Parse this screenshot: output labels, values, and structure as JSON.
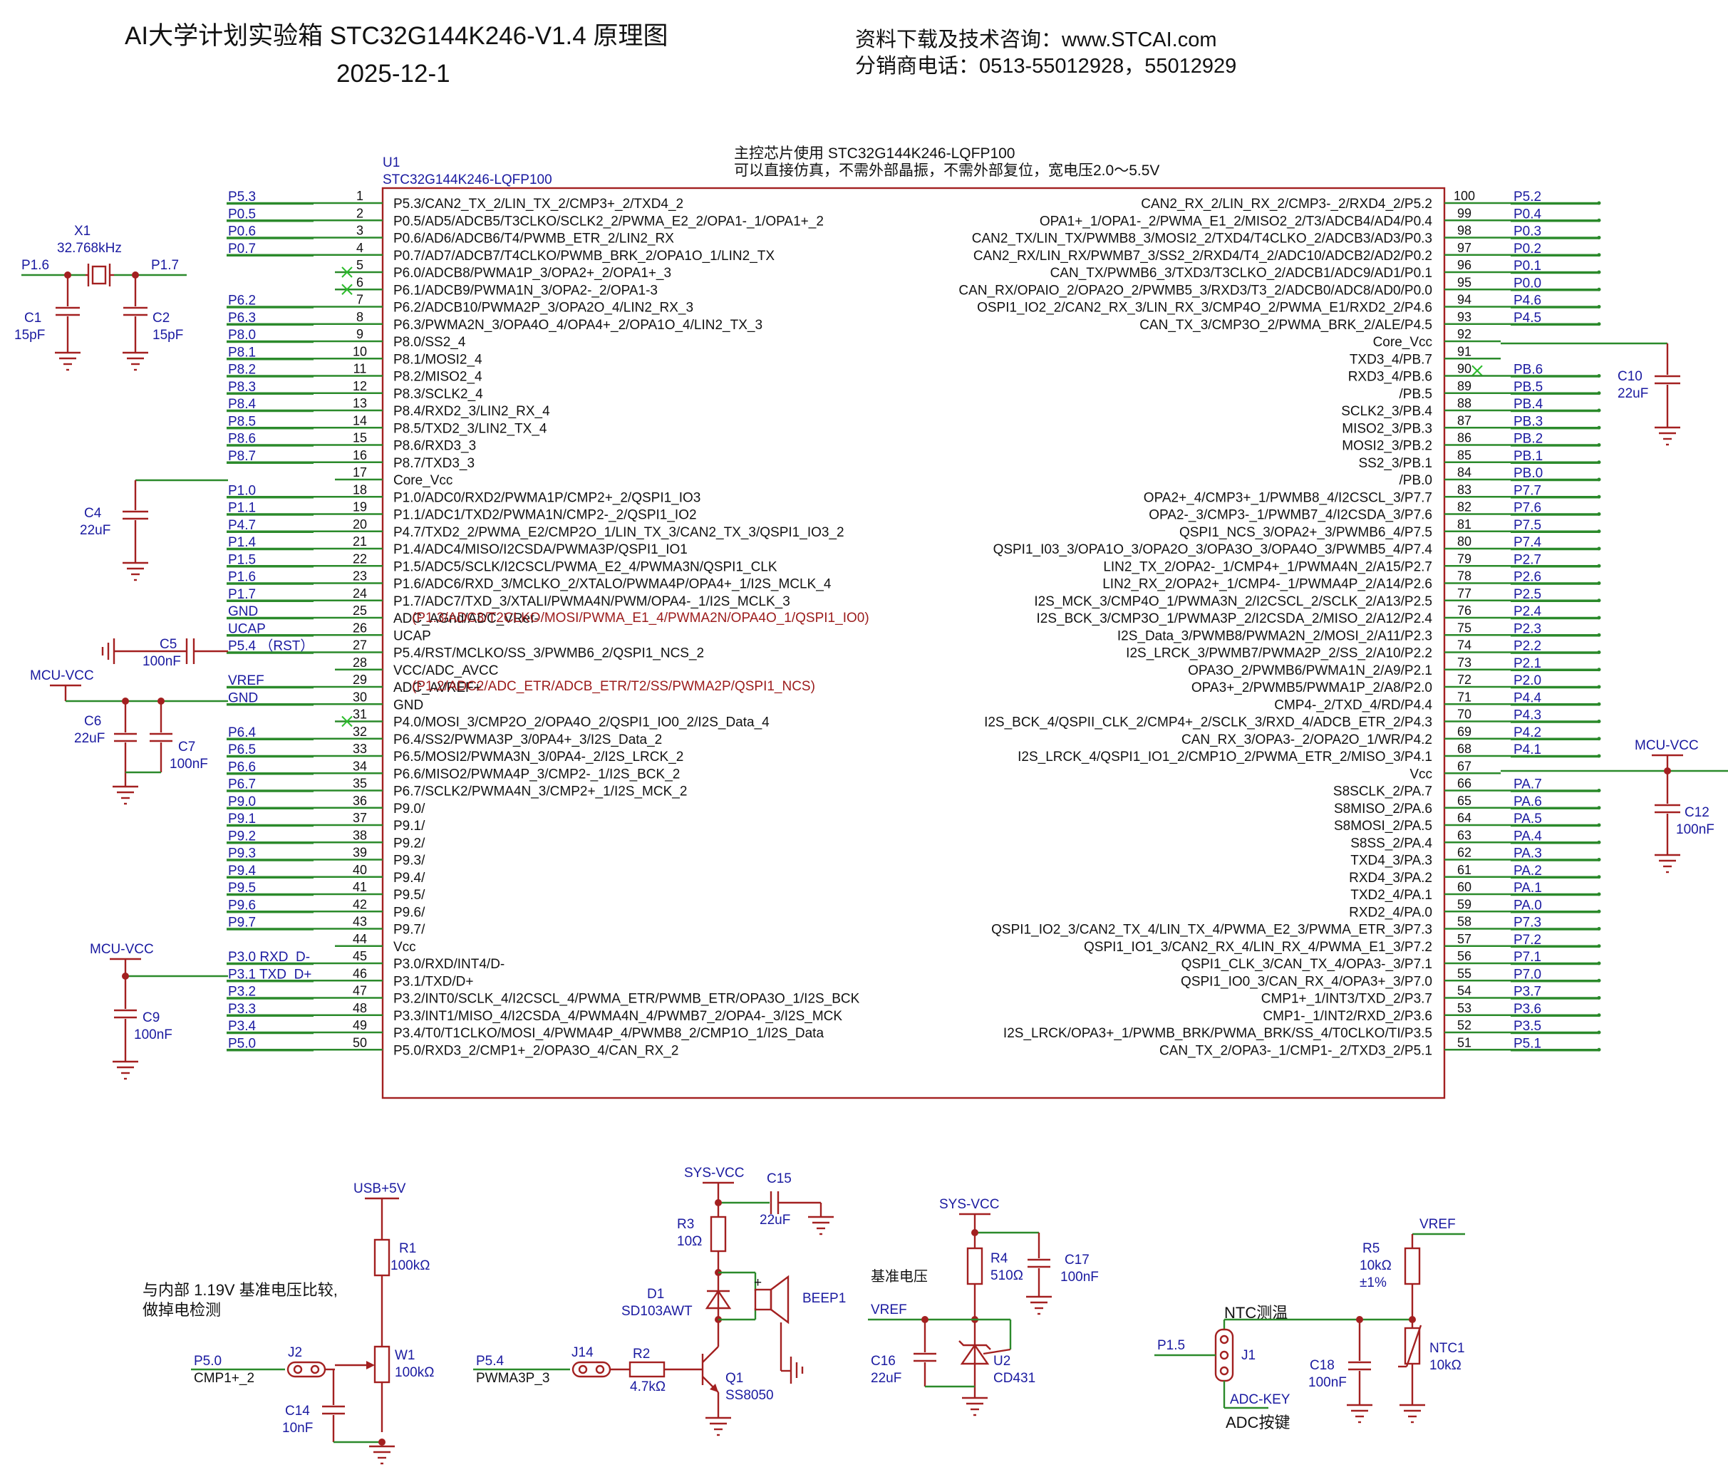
{
  "header": {
    "title": "AI大学计划实验箱 STC32G144K246-V1.4 原理图",
    "date": "2025-12-1",
    "info_line1": "资料下载及技术咨询：www.STCAI.com",
    "info_line2": "分销商电话：0513-55012928，55012929"
  },
  "chip": {
    "ref": "U1",
    "part": "STC32G144K246-LQFP100",
    "note1": "主控芯片使用 STC32G144K246-LQFP100",
    "note2": "可以直接仿真，不需外部晶振，不需外部复位，宽电压2.0～5.5V",
    "left_pins": [
      {
        "num": "1",
        "net": "P5.3",
        "func": "P5.3/CAN2_TX_2/LIN_TX_2/CMP3+_2/TXD4_2"
      },
      {
        "num": "2",
        "net": "P0.5",
        "func": "P0.5/AD5/ADCB5/T3CLKO/SCLK2_2/PWMA_E2_2/OPA1-_1/OPA1+_2"
      },
      {
        "num": "3",
        "net": "P0.6",
        "func": "P0.6/AD6/ADCB6/T4/PWMB_ETR_2/LIN2_RX"
      },
      {
        "num": "4",
        "net": "P0.7",
        "func": "P0.7/AD7/ADCB7/T4CLKO/PWMB_BRK_2/OPA1O_1/LIN2_TX"
      },
      {
        "num": "5",
        "net": "",
        "func": "P6.0/ADCB8/PWMA1P_3/OPA2+_2/OPA1+_3"
      },
      {
        "num": "6",
        "net": "",
        "func": "P6.1/ADCB9/PWMA1N_3/OPA2-_2/OPA1-3"
      },
      {
        "num": "7",
        "net": "P6.2",
        "func": "P6.2/ADCB10/PWMA2P_3/OPA2O_4/LIN2_RX_3"
      },
      {
        "num": "8",
        "net": "P6.3",
        "func": "P6.3/PWMA2N_3/OPA4O_4/OPA4+_2/OPA1O_4/LIN2_TX_3"
      },
      {
        "num": "9",
        "net": "P8.0",
        "func": "P8.0/SS2_4"
      },
      {
        "num": "10",
        "net": "P8.1",
        "func": "P8.1/MOSI2_4"
      },
      {
        "num": "11",
        "net": "P8.2",
        "func": "P8.2/MISO2_4"
      },
      {
        "num": "12",
        "net": "P8.3",
        "func": "P8.3/SCLK2_4"
      },
      {
        "num": "13",
        "net": "P8.4",
        "func": "P8.4/RXD2_3/LIN2_RX_4"
      },
      {
        "num": "14",
        "net": "P8.5",
        "func": "P8.5/TXD2_3/LIN2_TX_4"
      },
      {
        "num": "15",
        "net": "P8.6",
        "func": "P8.6/RXD3_3"
      },
      {
        "num": "16",
        "net": "P8.7",
        "func": "P8.7/TXD3_3"
      },
      {
        "num": "17",
        "net": "",
        "func": "Core_Vcc"
      },
      {
        "num": "18",
        "net": "P1.0",
        "func": "P1.0/ADC0/RXD2/PWMA1P/CMP2+_2/QSPI1_IO3"
      },
      {
        "num": "19",
        "net": "P1.1",
        "func": "P1.1/ADC1/TXD2/PWMA1N/CMP2-_2/QSPI1_IO2"
      },
      {
        "num": "20",
        "net": "P4.7",
        "func": "P4.7/TXD2_2/PWMA_E2/CMP2O_1/LIN_TX_3/CAN2_TX_3/QSPI1_IO3_2"
      },
      {
        "num": "21",
        "net": "P1.4",
        "func": "P1.4/ADC4/MISO/I2CSDA/PWMA3P/QSPI1_IO1"
      },
      {
        "num": "22",
        "net": "P1.5",
        "func": "P1.5/ADC5/SCLK/I2CSCL/PWMA_E2_4/PWMA3N/QSPI1_CLK"
      },
      {
        "num": "23",
        "net": "P1.6",
        "func": "P1.6/ADC6/RXD_3/MCLKO_2/XTALO/PWMA4P/OPA4+_1/I2S_MCLK_4"
      },
      {
        "num": "24",
        "net": "P1.7",
        "func": "P1.7/ADC7/TXD_3/XTALI/PWMA4N/PWM/OPA4-_1/I2S_MCLK_3"
      },
      {
        "num": "25",
        "net": "GND",
        "func": "ADC_AGnd/ADC_VRef-"
      },
      {
        "num": "26",
        "net": "UCAP",
        "func": "UCAP"
      },
      {
        "num": "27",
        "net": "P5.4 （RST）",
        "func": "P5.4/RST/MCLKO/SS_3/PWMB6_2/QSPI1_NCS_2"
      },
      {
        "num": "28",
        "net": "",
        "func": "VCC/ADC_AVCC"
      },
      {
        "num": "29",
        "net": "VREF",
        "func": "ADC_AVREF+"
      },
      {
        "num": "30",
        "net": "GND",
        "func": "GND"
      },
      {
        "num": "31",
        "net": "",
        "func": "P4.0/MOSI_3/CMP2O_2/OPA4O_2/QSPI1_IO0_2/I2S_Data_4"
      },
      {
        "num": "32",
        "net": "P6.4",
        "func": "P6.4/SS2/PWMA3P_3/0PA4+_3/I2S_Data_2"
      },
      {
        "num": "33",
        "net": "P6.5",
        "func": "P6.5/MOSI2/PWMA3N_3/0PA4-_2/I2S_LRCK_2"
      },
      {
        "num": "34",
        "net": "P6.6",
        "func": "P6.6/MISO2/PWMA4P_3/CMP2-_1/I2S_BCK_2"
      },
      {
        "num": "35",
        "net": "P6.7",
        "func": "P6.7/SCLK2/PWMA4N_3/CMP2+_1/I2S_MCK_2"
      },
      {
        "num": "36",
        "net": "P9.0",
        "func": "P9.0/"
      },
      {
        "num": "37",
        "net": "P9.1",
        "func": "P9.1/"
      },
      {
        "num": "38",
        "net": "P9.2",
        "func": "P9.2/"
      },
      {
        "num": "39",
        "net": "P9.3",
        "func": "P9.3/"
      },
      {
        "num": "40",
        "net": "P9.4",
        "func": "P9.4/"
      },
      {
        "num": "41",
        "net": "P9.5",
        "func": "P9.5/"
      },
      {
        "num": "42",
        "net": "P9.6",
        "func": "P9.6/"
      },
      {
        "num": "43",
        "net": "P9.7",
        "func": "P9.7/"
      },
      {
        "num": "44",
        "net": "",
        "func": "Vcc"
      },
      {
        "num": "45",
        "net": "P3.0  RXD_D-",
        "func": "P3.0/RXD/INT4/D-"
      },
      {
        "num": "46",
        "net": "P3.1  TXD_D+",
        "func": "P3.1/TXD/D+"
      },
      {
        "num": "47",
        "net": "P3.2",
        "func": "P3.2/INT0/SCLK_4/I2CSCL_4/PWMA_ETR/PWMB_ETR/OPA3O_1/I2S_BCK"
      },
      {
        "num": "48",
        "net": "P3.3",
        "func": "P3.3/INT1/MISO_4/I2CSDA_4/PWMA4N_4/PWMB7_2/OPA4-_3/I2S_MCK"
      },
      {
        "num": "49",
        "net": "P3.4",
        "func": "P3.4/T0/T1CLKO/MOSI_4/PWMA4P_4/PWMB8_2/CMP1O_1/I2S_Data"
      },
      {
        "num": "50",
        "net": "P5.0",
        "func": "P5.0/RXD3_2/CMP1+_2/OPA3O_4/CAN_RX_2"
      }
    ],
    "left_alt": [
      "(P1.3/ADC3/T2CLKO/MOSI/PWMA_E1_4/PWMA2N/OPA4O_1/QSPI1_IO0)",
      "(P1.2/ADC2/ADC_ETR/ADCB_ETR/T2/SS/PWMA2P/QSPI1_NCS)"
    ],
    "right_pins": [
      {
        "num": "100",
        "net": "P5.2",
        "func": "CAN2_RX_2/LIN_RX_2/CMP3-_2/RXD4_2/P5.2"
      },
      {
        "num": "99",
        "net": "P0.4",
        "func": "OPA1+_1/OPA1-_2/PWMA_E1_2/MISO2_2/T3/ADCB4/AD4/P0.4"
      },
      {
        "num": "98",
        "net": "P0.3",
        "func": "CAN2_TX/LIN_TX/PWMB8_3/MOSI2_2/TXD4/T4CLKO_2/ADCB3/AD3/P0.3"
      },
      {
        "num": "97",
        "net": "P0.2",
        "func": "CAN2_RX/LIN_RX/PWMB7_3/SS2_2/RXD4/T4_2/ADC10/ADCB2/AD2/P0.2"
      },
      {
        "num": "96",
        "net": "P0.1",
        "func": "CAN_TX/PWMB6_3/TXD3/T3CLKO_2/ADCB1/ADC9/AD1/P0.1"
      },
      {
        "num": "95",
        "net": "P0.0",
        "func": "CAN_RX/OPAIO_2/OPA2O_2/PWMB5_3/RXD3/T3_2/ADCB0/ADC8/AD0/P0.0"
      },
      {
        "num": "94",
        "net": "P4.6",
        "func": "OSPI1_IO2_2/CAN2_RX_3/LIN_RX_3/CMP4O_2/PWMA_E1/RXD2_2/P4.6"
      },
      {
        "num": "93",
        "net": "P4.5",
        "func": "CAN_TX_3/CMP3O_2/PWMA_BRK_2/ALE/P4.5"
      },
      {
        "num": "92",
        "net": "",
        "func": "Core_Vcc"
      },
      {
        "num": "91",
        "net": "",
        "func": "TXD3_4/PB.7"
      },
      {
        "num": "90",
        "net": "PB.6",
        "func": "RXD3_4/PB.6"
      },
      {
        "num": "89",
        "net": "PB.5",
        "func": "/PB.5"
      },
      {
        "num": "88",
        "net": "PB.4",
        "func": "SCLK2_3/PB.4"
      },
      {
        "num": "87",
        "net": "PB.3",
        "func": "MISO2_3/PB.3"
      },
      {
        "num": "86",
        "net": "PB.2",
        "func": "MOSI2_3/PB.2"
      },
      {
        "num": "85",
        "net": "PB.1",
        "func": "SS2_3/PB.1"
      },
      {
        "num": "84",
        "net": "PB.0",
        "func": "/PB.0"
      },
      {
        "num": "83",
        "net": "P7.7",
        "func": "OPA2+_4/CMP3+_1/PWMB8_4/I2CSCL_3/P7.7"
      },
      {
        "num": "82",
        "net": "P7.6",
        "func": "OPA2-_3/CMP3-_1/PWMB7_4/I2CSDA_3/P7.6"
      },
      {
        "num": "81",
        "net": "P7.5",
        "func": "QSPI1_NCS_3/OPA2+_3/PWMB6_4/P7.5"
      },
      {
        "num": "80",
        "net": "P7.4",
        "func": "QSPI1_I03_3/OPA1O_3/OPA2O_3/OPA3O_3/OPA4O_3/PWMB5_4/P7.4"
      },
      {
        "num": "79",
        "net": "P2.7",
        "func": "LIN2_TX_2/OPA2-_1/CMP4+_1/PWMA4N_2/A15/P2.7"
      },
      {
        "num": "78",
        "net": "P2.6",
        "func": "LIN2_RX_2/OPA2+_1/CMP4-_1/PWMA4P_2/A14/P2.6"
      },
      {
        "num": "77",
        "net": "P2.5",
        "func": "I2S_MCK_3/CMP4O_1/PWMA3N_2/I2CSCL_2/SCLK_2/A13/P2.5"
      },
      {
        "num": "76",
        "net": "P2.4",
        "func": "I2S_BCK_3/CMP3O_1/PWMA3P_2/I2CSDA_2/MISO_2/A12/P2.4"
      },
      {
        "num": "75",
        "net": "P2.3",
        "func": "I2S_Data_3/PWMB8/PWMA2N_2/MOSI_2/A11/P2.3"
      },
      {
        "num": "74",
        "net": "P2.2",
        "func": "I2S_LRCK_3/PWMB7/PWMA2P_2/SS_2/A10/P2.2"
      },
      {
        "num": "73",
        "net": "P2.1",
        "func": "OPA3O_2/PWMB6/PWMA1N_2/A9/P2.1"
      },
      {
        "num": "72",
        "net": "P2.0",
        "func": "OPA3+_2/PWMB5/PWMA1P_2/A8/P2.0"
      },
      {
        "num": "71",
        "net": "P4.4",
        "func": "CMP4-_2/TXD_4/RD/P4.4"
      },
      {
        "num": "70",
        "net": "P4.3",
        "func": "I2S_BCK_4/QSPII_CLK_2/CMP4+_2/SCLK_3/RXD_4/ADCB_ETR_2/P4.3"
      },
      {
        "num": "69",
        "net": "P4.2",
        "func": "CAN_RX_3/OPA3-_2/OPA2O_1/WR/P4.2"
      },
      {
        "num": "68",
        "net": "P4.1",
        "func": "I2S_LRCK_4/QSPI1_IO1_2/CMP1O_2/PWMA_ETR_2/MISO_3/P4.1"
      },
      {
        "num": "67",
        "net": "",
        "func": "Vcc"
      },
      {
        "num": "66",
        "net": "PA.7",
        "func": "S8SCLK_2/PA.7"
      },
      {
        "num": "65",
        "net": "PA.6",
        "func": "S8MISO_2/PA.6"
      },
      {
        "num": "64",
        "net": "PA.5",
        "func": "S8MOSI_2/PA.5"
      },
      {
        "num": "63",
        "net": "PA.4",
        "func": "S8SS_2/PA.4"
      },
      {
        "num": "62",
        "net": "PA.3",
        "func": "TXD4_3/PA.3"
      },
      {
        "num": "61",
        "net": "PA.2",
        "func": "RXD4_3/PA.2"
      },
      {
        "num": "60",
        "net": "PA.1",
        "func": "TXD2_4/PA.1"
      },
      {
        "num": "59",
        "net": "PA.0",
        "func": "RXD2_4/PA.0"
      },
      {
        "num": "58",
        "net": "P7.3",
        "func": "QSPI1_IO2_3/CAN2_TX_4/LIN_TX_4/PWMA_E2_3/PWMA_ETR_3/P7.3"
      },
      {
        "num": "57",
        "net": "P7.2",
        "func": "QSPI1_IO1_3/CAN2_RX_4/LIN_RX_4/PWMA_E1_3/P7.2"
      },
      {
        "num": "56",
        "net": "P7.1",
        "func": "QSPI1_CLK_3/CAN_TX_4/OPA3-_3/P7.1"
      },
      {
        "num": "55",
        "net": "P7.0",
        "func": "QSPI1_IO0_3/CAN_RX_4/OPA3+_3/P7.0"
      },
      {
        "num": "54",
        "net": "P3.7",
        "func": "CMP1+_1/INT3/TXD_2/P3.7"
      },
      {
        "num": "53",
        "net": "P3.6",
        "func": "CMP1-_1/INT2/RXD_2/P3.6"
      },
      {
        "num": "52",
        "net": "P3.5",
        "func": "I2S_LRCK/OPA3+_1/PWMB_BRK/PWMA_BRK/SS_4/T0CLKO/TI/P3.5"
      },
      {
        "num": "51",
        "net": "P5.1",
        "func": "CAN_TX_2/OPA3-_1/CMP1-_2/TXD3_2/P5.1"
      }
    ]
  },
  "labels": {
    "x1_ref": "X1",
    "x1_val": "32.768kHz",
    "p16": "P1.6",
    "p17": "P1.7",
    "c1_ref": "C1",
    "c1_val": "15pF",
    "c2_ref": "C2",
    "c2_val": "15pF",
    "c4_ref": "C4",
    "c4_val": "22uF",
    "c5_ref": "C5",
    "c5_val": "100nF",
    "mcu_vcc": "MCU-VCC",
    "c6_ref": "C6",
    "c6_val": "22uF",
    "c7_ref": "C7",
    "c7_val": "100nF",
    "c9_ref": "C9",
    "c9_val": "100nF",
    "c10_ref": "C10",
    "c10_val": "22uF",
    "c12_ref": "C12",
    "c12_val": "100nF",
    "usb5v": "USB+5V",
    "r1_ref": "R1",
    "r1_val": "100kΩ",
    "w1_ref": "W1",
    "w1_val": "100kΩ",
    "note_cmp1": "与内部 1.19V 基准电压比较,",
    "note_cmp2": "做掉电检测",
    "p50": "P5.0",
    "cmp1": "CMP1+_2",
    "j2": "J2",
    "c14_ref": "C14",
    "c14_val": "10nF",
    "sys_vcc": "SYS-VCC",
    "c15_ref": "C15",
    "c15_val": "22uF",
    "r3_ref": "R3",
    "r3_val": "10Ω",
    "d1_ref": "D1",
    "d1_val": "SD103AWT",
    "beep": "BEEP1",
    "plus": "+",
    "p54": "P5.4",
    "pwma3p": "PWMA3P_3",
    "j14": "J14",
    "r2_ref": "R2",
    "r2_val": "4.7kΩ",
    "q1_ref": "Q1",
    "q1_val": "SS8050",
    "r4_ref": "R4",
    "r4_val": "510Ω",
    "c17_ref": "C17",
    "c17_val": "100nF",
    "vref_note": "基准电压",
    "vref": "VREF",
    "c16_ref": "C16",
    "c16_val": "22uF",
    "u2_ref": "U2",
    "u2_val": "CD431",
    "r5_ref": "R5",
    "r5_val": "10kΩ",
    "r5_tol": "±1%",
    "ntc_note": "NTC测温",
    "p15": "P1.5",
    "j1": "J1",
    "c18_ref": "C18",
    "c18_val": "100nF",
    "ntc_ref": "NTC1",
    "ntc_val": "10kΩ",
    "adc_key": "ADC-KEY",
    "adc_note": "ADC按键"
  }
}
